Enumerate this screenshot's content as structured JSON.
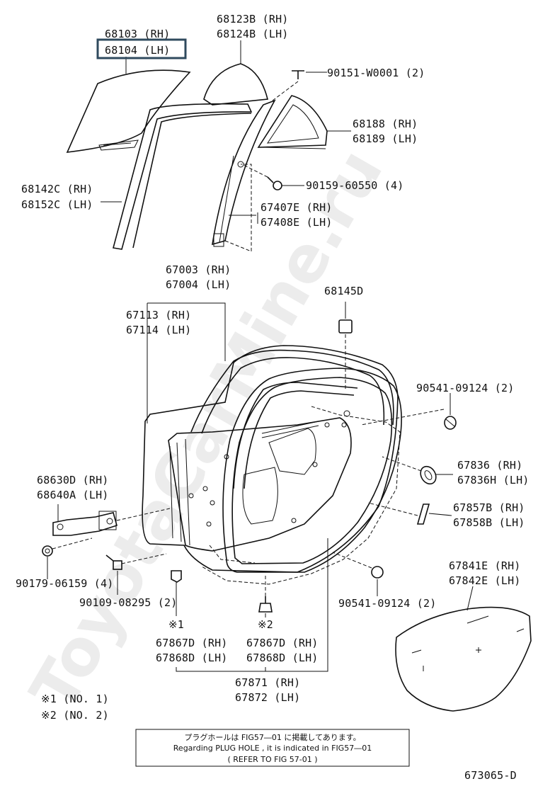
{
  "watermark": "ToyotaCarMine.ru",
  "diagram_code": "673065-D",
  "labels": {
    "glass_rh": "68103 (RH)",
    "glass_lh": "68104 (LH)",
    "qglass_rh": "68123B (RH)",
    "qglass_lh": "68124B (LH)",
    "screw1": "90151-W0001 (2)",
    "qtr_rh": "68188 (RH)",
    "qtr_lh": "68189 (LH)",
    "channel_rh": "68142C (RH)",
    "channel_lh": "68152C (LH)",
    "bolt1": "90159-60550 (4)",
    "weather_rh": "67407E (RH)",
    "weather_lh": "67408E (LH)",
    "panel_rh": "67003 (RH)",
    "panel_lh": "67004 (LH)",
    "frame_rh": "67113 (RH)",
    "frame_lh": "67114 (LH)",
    "clip1": "68145D",
    "grommet1": "90541-09124 (2)",
    "hinge_rh": "67836   (RH)",
    "hinge_lh": "67836H (LH)",
    "pad_rh": "67857B (RH)",
    "pad_lh": "67858B (LH)",
    "check_rh": "68630D (RH)",
    "check_lh": "68640A (LH)",
    "nut1": "90179-06159 (4)",
    "bolt2": "90109-08295 (2)",
    "grommet2": "90541-09124 (2)",
    "cover_rh": "67841E (RH)",
    "cover_lh": "67842E (LH)",
    "mark1": "※1",
    "mark2": "※2",
    "seal1_rh": "67867D (RH)",
    "seal1_lh": "67868D (LH)",
    "seal2_rh": "67867D (RH)",
    "seal2_lh": "67868D (LH)",
    "weatherstrip_rh": "67871 (RH)",
    "weatherstrip_lh": "67872 (LH)",
    "legend1": "※1  (NO. 1)",
    "legend2": "※2  (NO. 2)"
  },
  "note": {
    "line1": "プラグホールは FIG57―01 に掲載してあります。",
    "line2": "Regarding  PLUG HOLE , it is indicated  in  FIG57―01",
    "line3": "( REFER  TO  FIG  57-01 )"
  },
  "highlight_color": "#2f4a5e"
}
